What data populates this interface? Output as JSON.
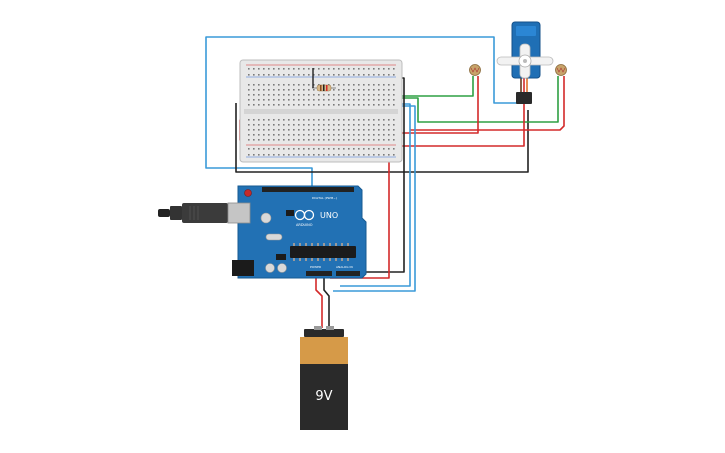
{
  "components": {
    "breadboard": {
      "type": "breadboard"
    },
    "arduino": {
      "type": "Arduino Uno",
      "model_label": "UNO",
      "brand_label": "ARDUINO",
      "digital_header_label": "DIGITAL (PWM~)",
      "power_header_label": "POWER",
      "analog_header_label": "ANALOG IN",
      "colors": {
        "board": "#2271b4",
        "header": "#222222"
      }
    },
    "battery": {
      "type": "battery",
      "voltage_label": "9V",
      "colors": {
        "top": "#d69a48",
        "body": "#2a2a2a"
      }
    },
    "servo": {
      "type": "micro servo",
      "colors": {
        "body": "#1f6fb5",
        "horn": "#f2f2f2"
      }
    },
    "ldr_left": {
      "type": "photoresistor"
    },
    "ldr_right": {
      "type": "photoresistor"
    },
    "resistor": {
      "type": "resistor"
    },
    "usb_plug": {
      "type": "usb-cable"
    }
  },
  "wire_colors": {
    "red": "#d42a2a",
    "black": "#222222",
    "green": "#2ea043",
    "blue": "#3a9ad9",
    "orange": "#e0732b",
    "gray": "#888888"
  }
}
